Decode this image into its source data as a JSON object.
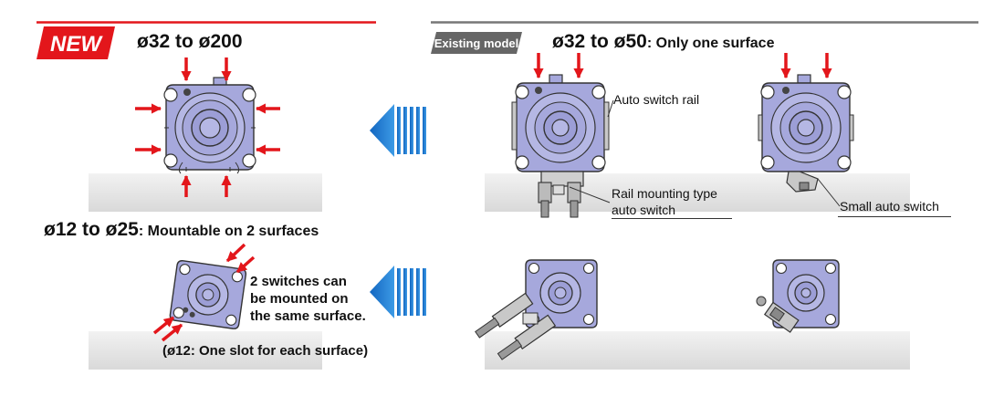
{
  "new_section": {
    "badge": "NEW",
    "large_range": "ø32 to ø200",
    "small_heading_range": "ø12 to ø25",
    "small_heading_text": ": Mountable on 2 surfaces",
    "small_note_lines": [
      "2 switches can",
      "be mounted on",
      "the same surface."
    ],
    "small_footnote": "(ø12: One slot for each surface)"
  },
  "existing_section": {
    "badge": "Existing model",
    "range": "ø32 to ø50",
    "range_suffix": ": Only one surface",
    "callouts": {
      "auto_switch_rail": "Auto switch rail",
      "rail_mounting": [
        "Rail mounting type",
        "auto switch"
      ],
      "small_switch": "Small auto switch"
    }
  },
  "colors": {
    "accent_red": "#e3161b",
    "rule_gray": "#777777",
    "cylinder_purple": "#a6a8dc",
    "floor_gray": "#e4e4e4",
    "arrow_blue": "#1a75c8"
  }
}
